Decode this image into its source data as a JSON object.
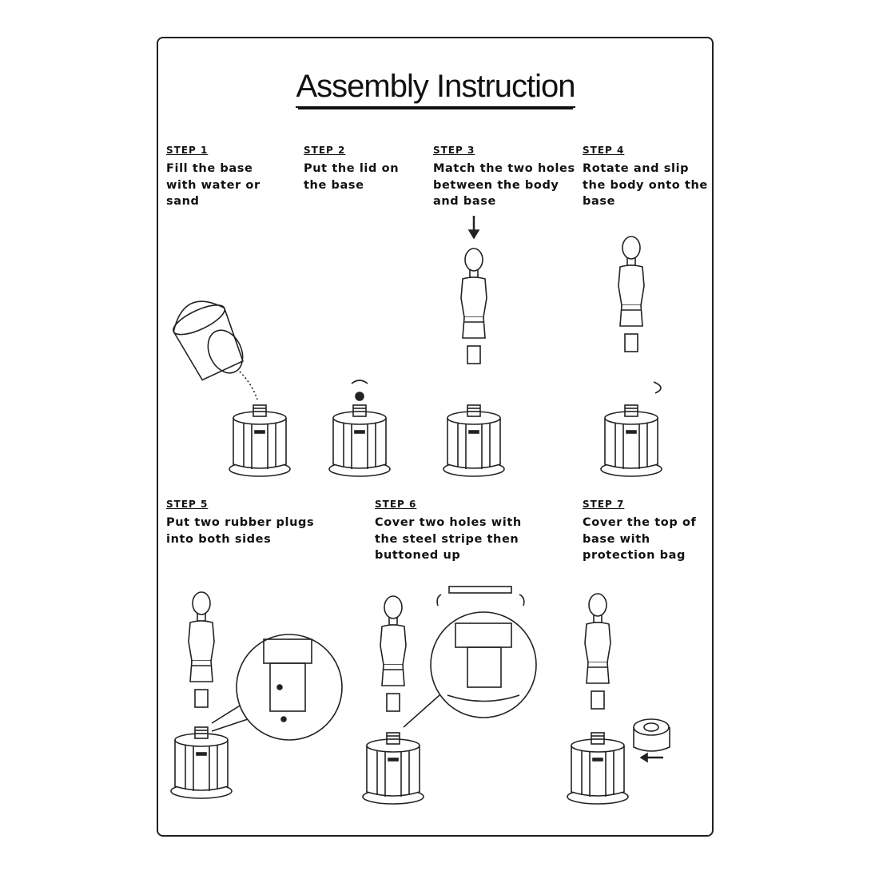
{
  "title": "Assembly Instruction",
  "steps": [
    {
      "label": "STEP 1",
      "lines": [
        "Fill the base",
        "with water or",
        "sand"
      ]
    },
    {
      "label": "STEP 2",
      "lines": [
        "Put the lid on",
        "the base"
      ]
    },
    {
      "label": "STEP 3",
      "lines": [
        "Match the two holes",
        "between the body",
        "and base"
      ]
    },
    {
      "label": "STEP 4",
      "lines": [
        "Rotate and slip",
        "the body onto the",
        "base"
      ]
    },
    {
      "label": "STEP 5",
      "lines": [
        "Put two rubber plugs",
        "into both sides"
      ]
    },
    {
      "label": "STEP 6",
      "lines": [
        "Cover two holes with",
        "the steel stripe then",
        "buttoned up"
      ]
    },
    {
      "label": "STEP 7",
      "lines": [
        "Cover the top of",
        "base with",
        "protection bag"
      ]
    }
  ]
}
